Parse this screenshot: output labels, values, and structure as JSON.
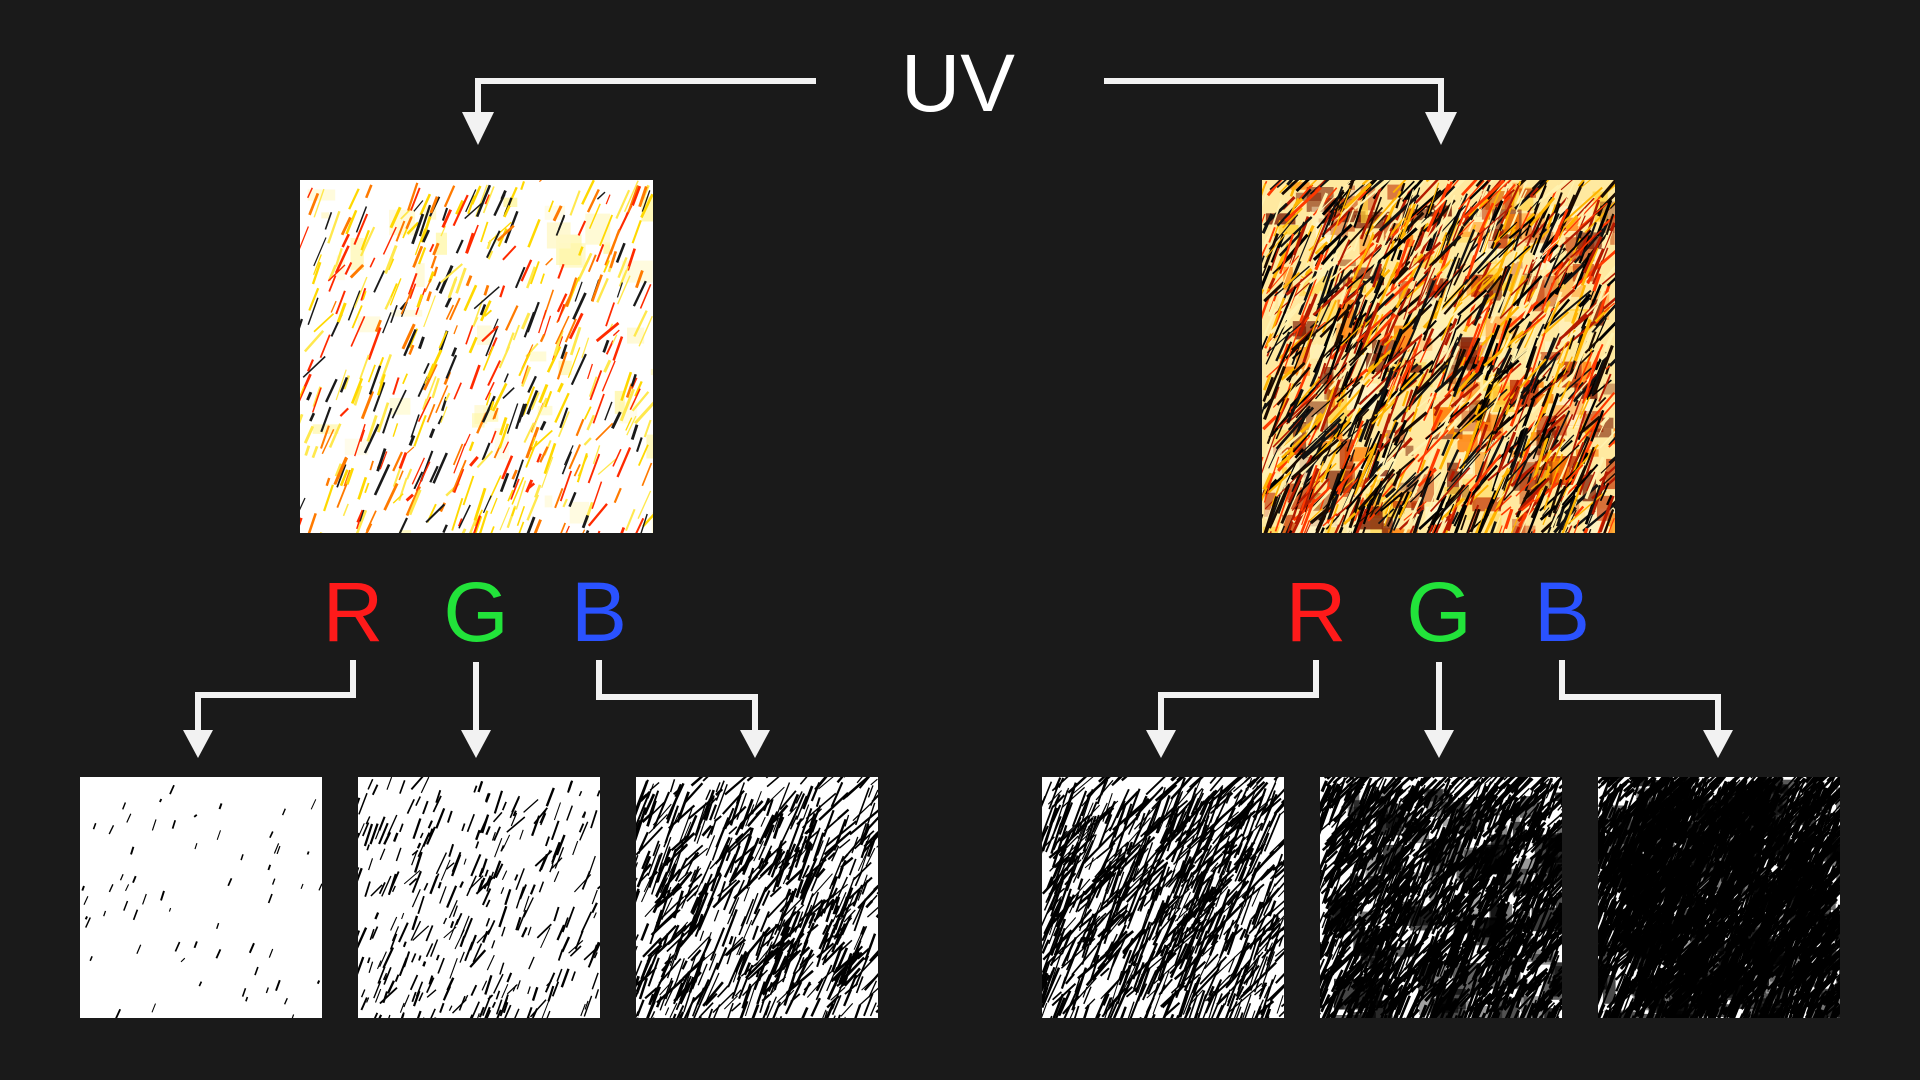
{
  "title": "UV",
  "colors": {
    "background": "#1a1a1a",
    "arrow": "#f2f2f2",
    "text": "#ffffff",
    "red": "#ff1a1a",
    "green": "#22e33a",
    "blue": "#2a52ff"
  },
  "groups": [
    {
      "id": "left",
      "channels": [
        {
          "letter": "R",
          "color": "#ff1a1a"
        },
        {
          "letter": "G",
          "color": "#22e33a"
        },
        {
          "letter": "B",
          "color": "#2a52ff"
        }
      ]
    },
    {
      "id": "right",
      "channels": [
        {
          "letter": "R",
          "color": "#ff1a1a"
        },
        {
          "letter": "G",
          "color": "#22e33a"
        },
        {
          "letter": "B",
          "color": "#2a52ff"
        }
      ]
    }
  ]
}
